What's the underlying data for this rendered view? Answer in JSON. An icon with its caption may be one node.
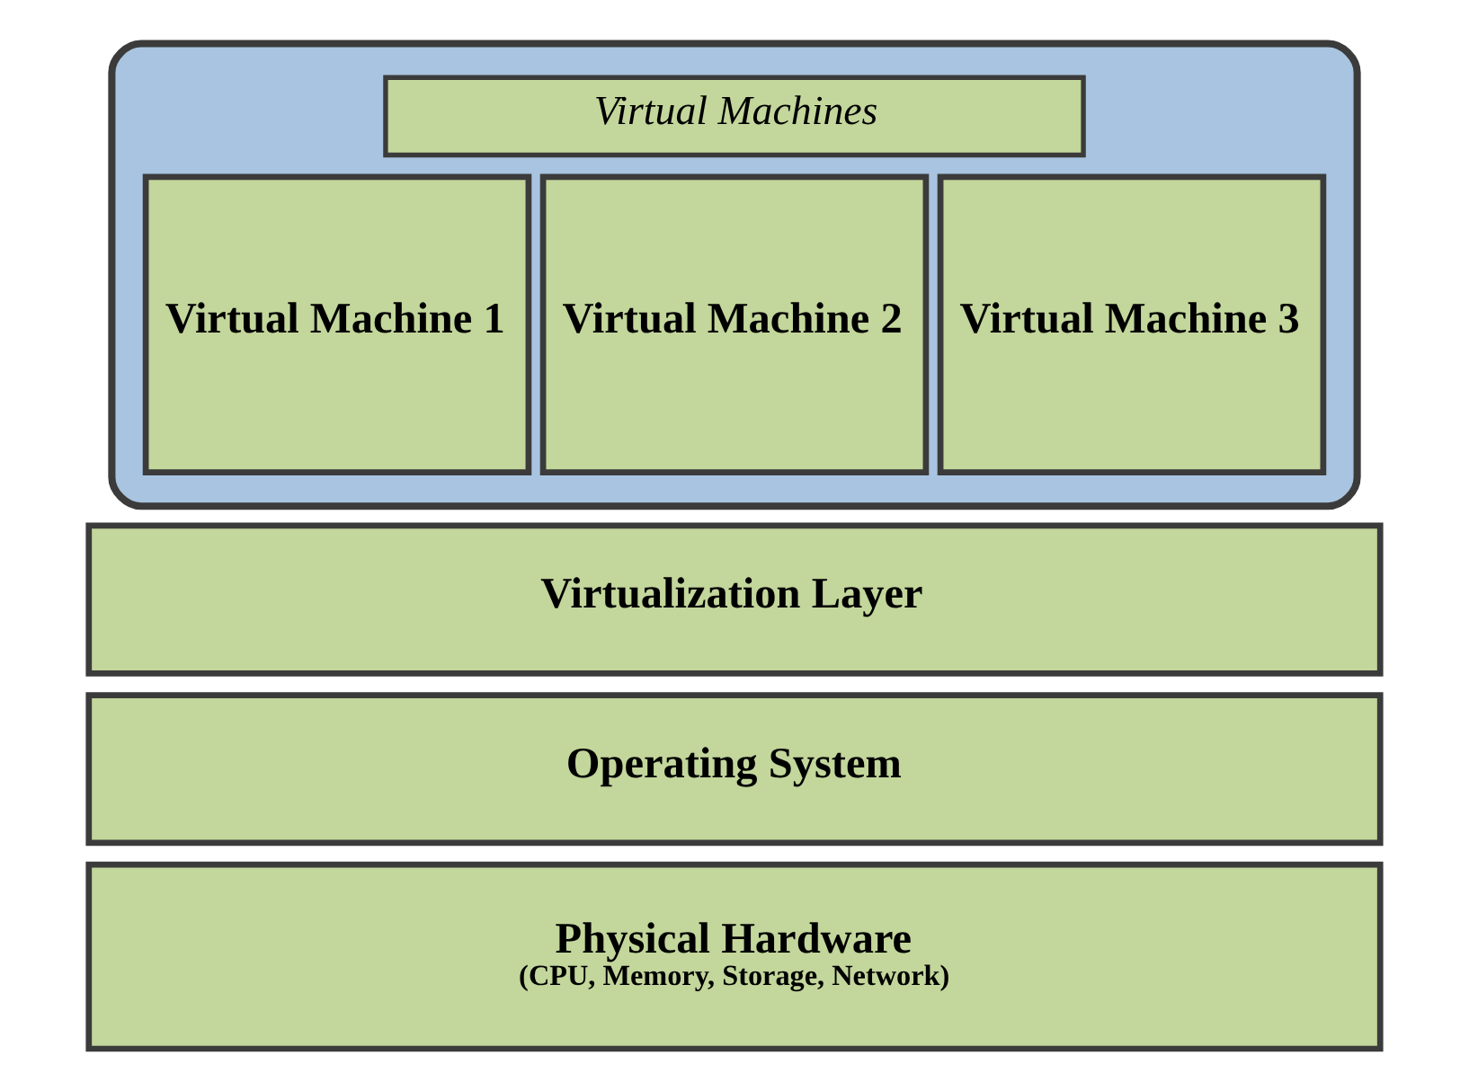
{
  "diagram": {
    "nodes": [
      {
        "text": [],
        "shape": "box"
      },
      {
        "text": [
          "Virtual Machines"
        ],
        "in": 0
      },
      {
        "text": [
          "Virtual Machine 1"
        ],
        "in": 0
      },
      {
        "text": [
          "Virtual Machine 2"
        ],
        "in": 0
      },
      {
        "text": [
          "Virtual Machine 3"
        ],
        "in": 0
      },
      {
        "text": [
          "Virtualization Layer"
        ]
      },
      {
        "text": [
          "Operating System"
        ]
      },
      {
        "text": [
          "Physical Hardware",
          "(CPU, Memory, Storage, Network)"
        ]
      }
    ],
    "edges": []
  }
}
